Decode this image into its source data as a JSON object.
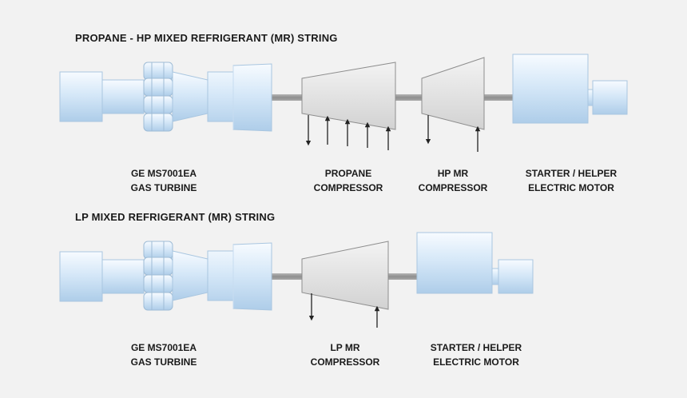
{
  "strings": [
    {
      "title": "PROPANE - HP MIXED REFRIGERANT (MR) STRING",
      "turbine": {
        "line1": "GE MS7001EA",
        "line2": "GAS TURBINE"
      },
      "compressors": [
        {
          "line1": "PROPANE",
          "line2": "COMPRESSOR"
        },
        {
          "line1": "HP MR",
          "line2": "COMPRESSOR"
        }
      ],
      "motor": {
        "line1": "STARTER / HELPER",
        "line2": "ELECTRIC MOTOR"
      }
    },
    {
      "title": "LP MIXED REFRIGERANT (MR) STRING",
      "turbine": {
        "line1": "GE MS7001EA",
        "line2": "GAS TURBINE"
      },
      "compressors": [
        {
          "line1": "LP MR",
          "line2": "COMPRESSOR"
        }
      ],
      "motor": {
        "line1": "STARTER / HELPER",
        "line2": "ELECTRIC MOTOR"
      }
    }
  ],
  "colors": {
    "machine_light": "#eef5fc",
    "machine_dark": "#b9d6f0",
    "machine_stroke": "#9fbcd6",
    "compressor_fill": "#e3e3e3",
    "compressor_stroke": "#8e8e8e",
    "shaft": "#9a9a9a",
    "arrow": "#222222"
  }
}
